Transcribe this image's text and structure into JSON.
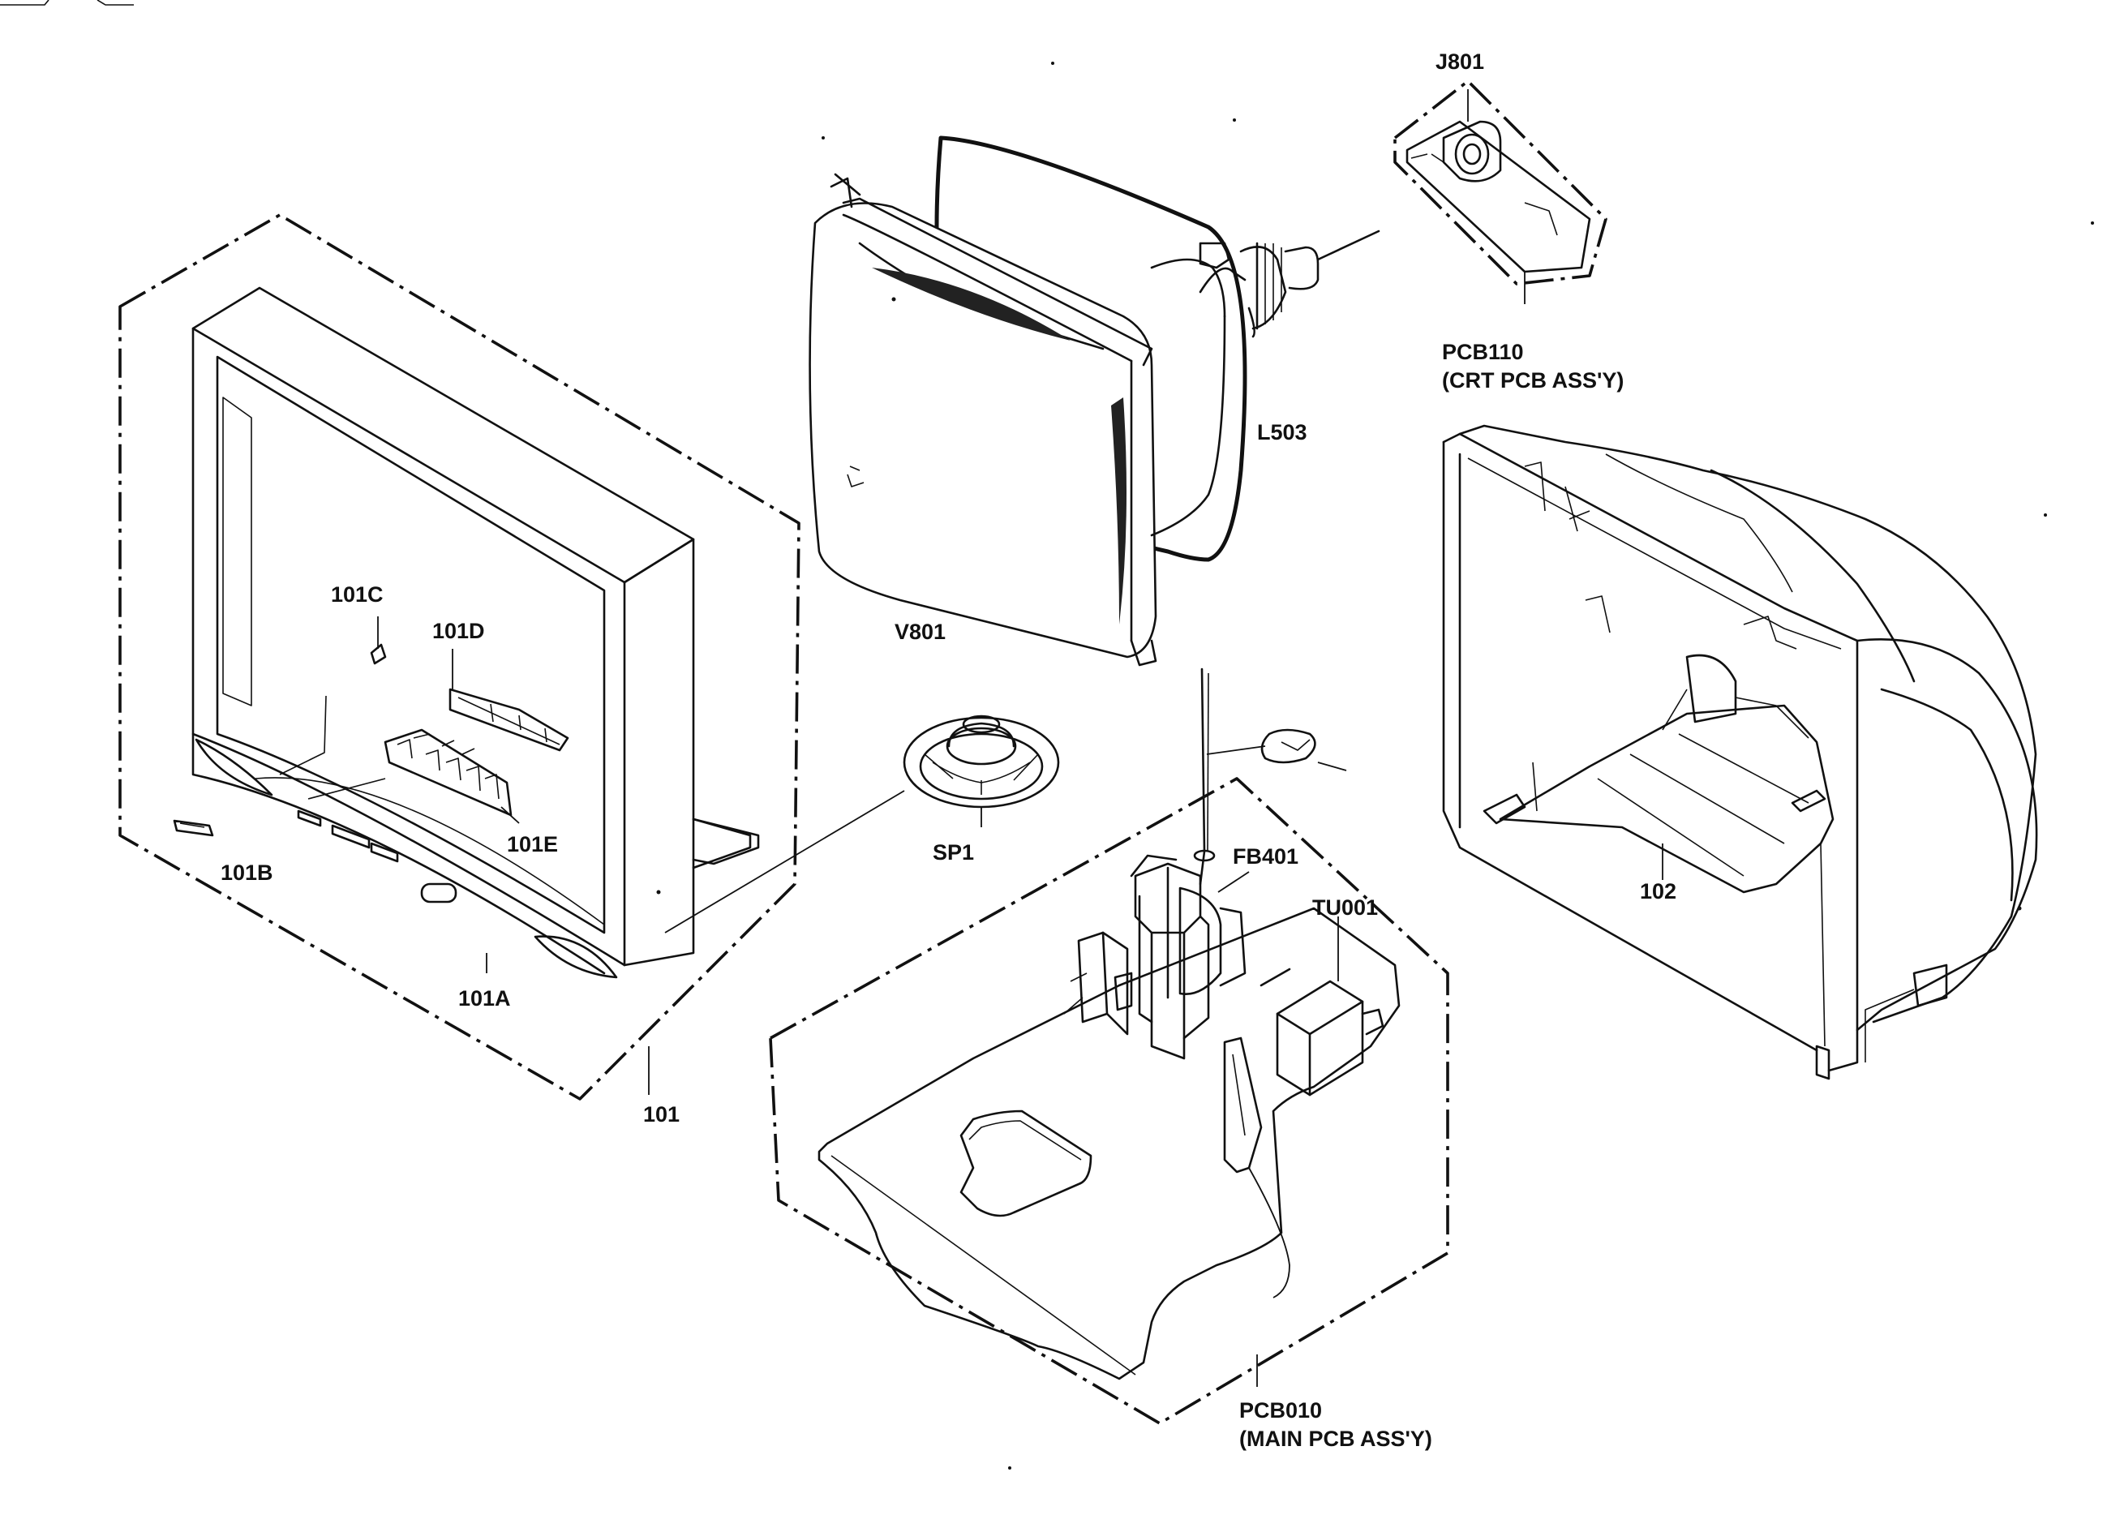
{
  "diagram": {
    "labels": {
      "part_101": "101",
      "part_101a": "101A",
      "part_101b": "101B",
      "part_101c": "101C",
      "part_101d": "101D",
      "part_101e": "101E",
      "part_102": "102",
      "v801": "V801",
      "l503": "L503",
      "j801": "J801",
      "pcb110_line1": "PCB110",
      "pcb110_line2": "(CRT PCB ASS'Y)",
      "sp1": "SP1",
      "fb401": "FB401",
      "tu001": "TU001",
      "pcb010_line1": "PCB010",
      "pcb010_line2": "(MAIN PCB ASS'Y)"
    },
    "colors": {
      "ink": "#111111",
      "paper": "#ffffff"
    }
  }
}
